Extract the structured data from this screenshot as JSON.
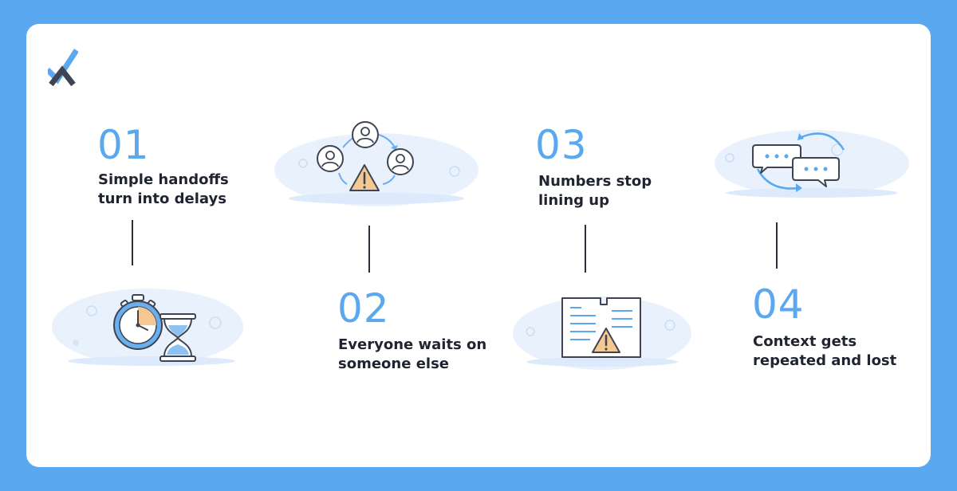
{
  "colors": {
    "background": "#5aa8ef",
    "accent": "#5aa8ef",
    "card": "#ffffff",
    "text": "#1f2430",
    "warning": "#f5c892"
  },
  "steps": [
    {
      "number": "01",
      "title_line1": "Simple handoffs",
      "title_line2": "turn into delays",
      "illustration": "stopwatch-hourglass"
    },
    {
      "number": "02",
      "title_line1": "Everyone waits on",
      "title_line2": "someone else",
      "illustration": "people-cycle-warning"
    },
    {
      "number": "03",
      "title_line1": "Numbers stop",
      "title_line2": "lining up",
      "illustration": "document-warning"
    },
    {
      "number": "04",
      "title_line1": "Context gets",
      "title_line2": "repeated and lost",
      "illustration": "chat-bubbles-arrows"
    }
  ],
  "logo": {
    "icon": "checkmark-x-logo"
  }
}
